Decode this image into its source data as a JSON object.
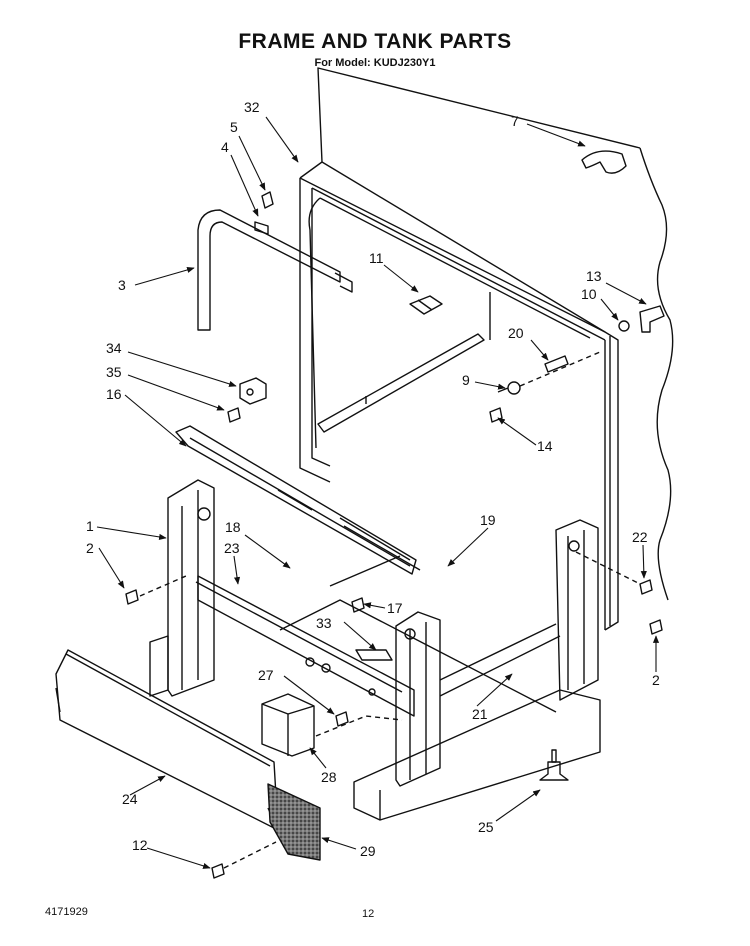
{
  "header": {
    "title": "FRAME AND TANK PARTS",
    "subtitle": "For Model: KUDJ230Y1"
  },
  "callouts": {
    "c32": "32",
    "c5": "5",
    "c4": "4",
    "c7": "7",
    "c3": "3",
    "c11": "11",
    "c13": "13",
    "c10": "10",
    "c20": "20",
    "c9": "9",
    "c14": "14",
    "c34": "34",
    "c35": "35",
    "c16": "16",
    "c1": "1",
    "c2a": "2",
    "c18": "18",
    "c23": "23",
    "c19": "19",
    "c22": "22",
    "c17": "17",
    "c33": "33",
    "c2b": "2",
    "c27": "27",
    "c21": "21",
    "c28": "28",
    "c24": "24",
    "c25": "25",
    "c12": "12",
    "c29": "29"
  },
  "footer": {
    "doc_number": "4171929",
    "page_number": "12"
  }
}
